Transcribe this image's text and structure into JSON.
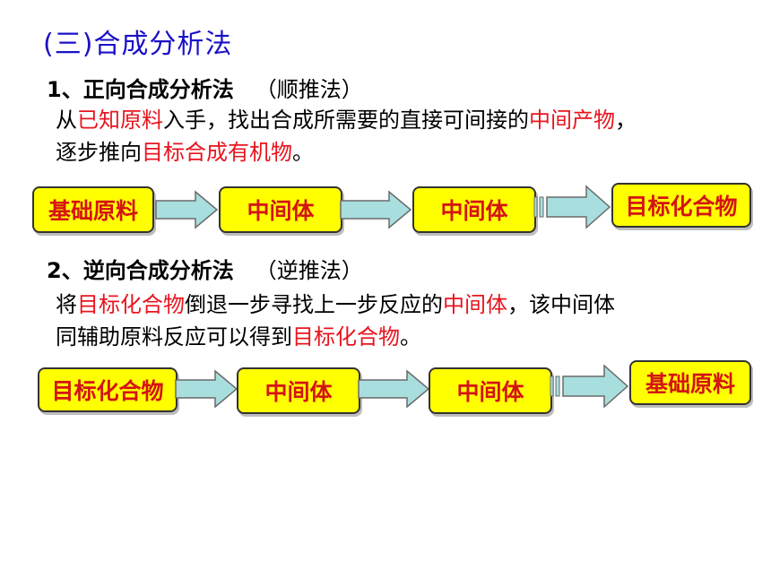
{
  "title": "(三)合成分析法",
  "section1": {
    "heading": "1、正向合成分析法",
    "method": "（顺推法）",
    "text": {
      "p1": "从",
      "r1": "已知原料",
      "p2": "入手，找出合成所需要的直接可间接的",
      "r2": "中间产物",
      "p3": "，",
      "p4": "逐步推向",
      "r3": "目标合成有机物",
      "p5": "。"
    },
    "flow": [
      "基础原料",
      "中间体",
      "中间体",
      "目标化合物"
    ]
  },
  "section2": {
    "heading": "2、逆向合成分析法",
    "method": "（逆推法）",
    "text": {
      "p1": "将",
      "r1": "目标化合物",
      "p2": "倒退一步寻找上一步反应的",
      "r2": "中间体",
      "p3": "，该中间体",
      "p4": "同辅助原料反应可以得到",
      "r3": "目标化合物",
      "p5": "。"
    },
    "flow": [
      "目标化合物",
      "中间体",
      "中间体",
      "基础原料"
    ]
  },
  "colors": {
    "title": "#1a10c8",
    "highlight": "#e8141e",
    "box_fill": "#ffff00",
    "box_text": "#d41414",
    "arrow_fill": "#a8dede"
  },
  "icons": [
    "block-arrow-icon",
    "striped-block-arrow-icon"
  ]
}
